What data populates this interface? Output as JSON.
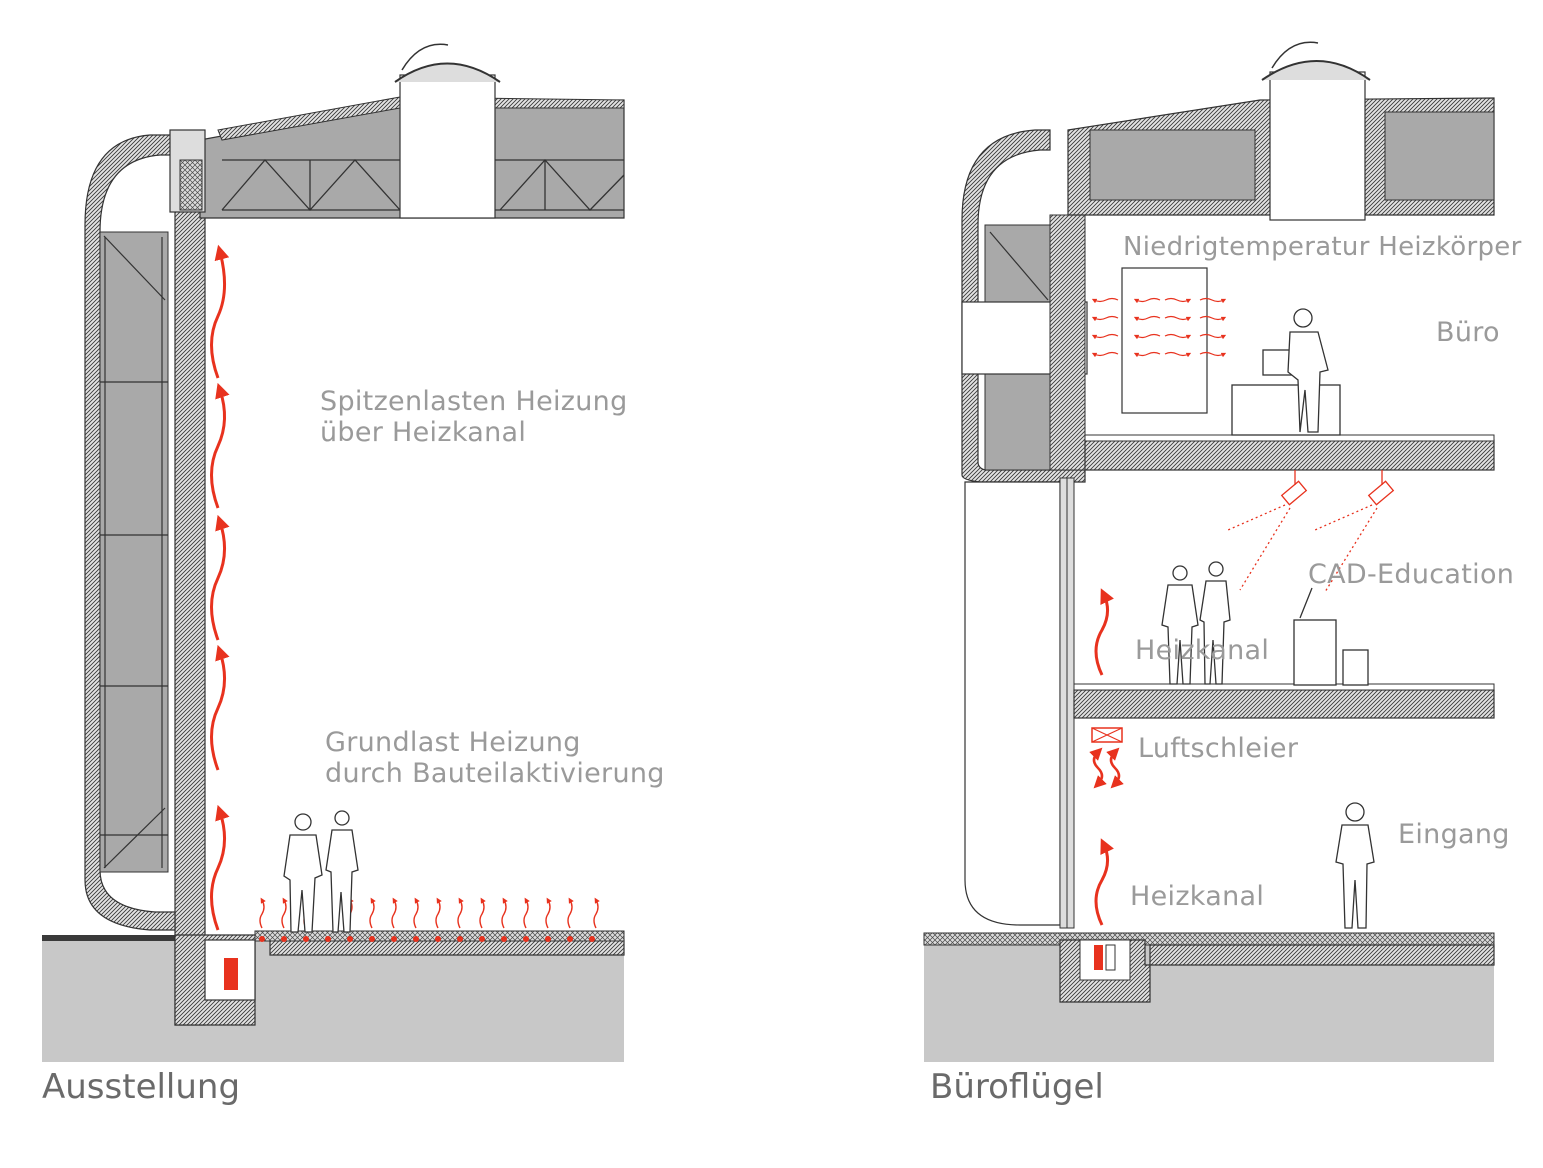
{
  "left_section": {
    "title": "Ausstellung",
    "label_peak_line1": "Spitzenlasten Heizung",
    "label_peak_line2": "über Heizkanal",
    "label_base_line1": "Grundlast Heizung",
    "label_base_line2": "durch Bauteilaktivierung"
  },
  "right_section": {
    "title": "Büroflügel",
    "label_radiator": "Niedrigtemperatur Heizkörper",
    "label_office": "Büro",
    "label_cad": "CAD-Education",
    "label_heizkanal_upper": "Heizkanal",
    "label_curtain": "Luftschleier",
    "label_entrance": "Eingang",
    "label_heizkanal_lower": "Heizkanal"
  },
  "colors": {
    "heat": "#e8321e",
    "hatch": "#4a4a4a",
    "ground": "#c8c8c8",
    "cavity": "#a9a9a9",
    "label": "#9a9a9a"
  }
}
